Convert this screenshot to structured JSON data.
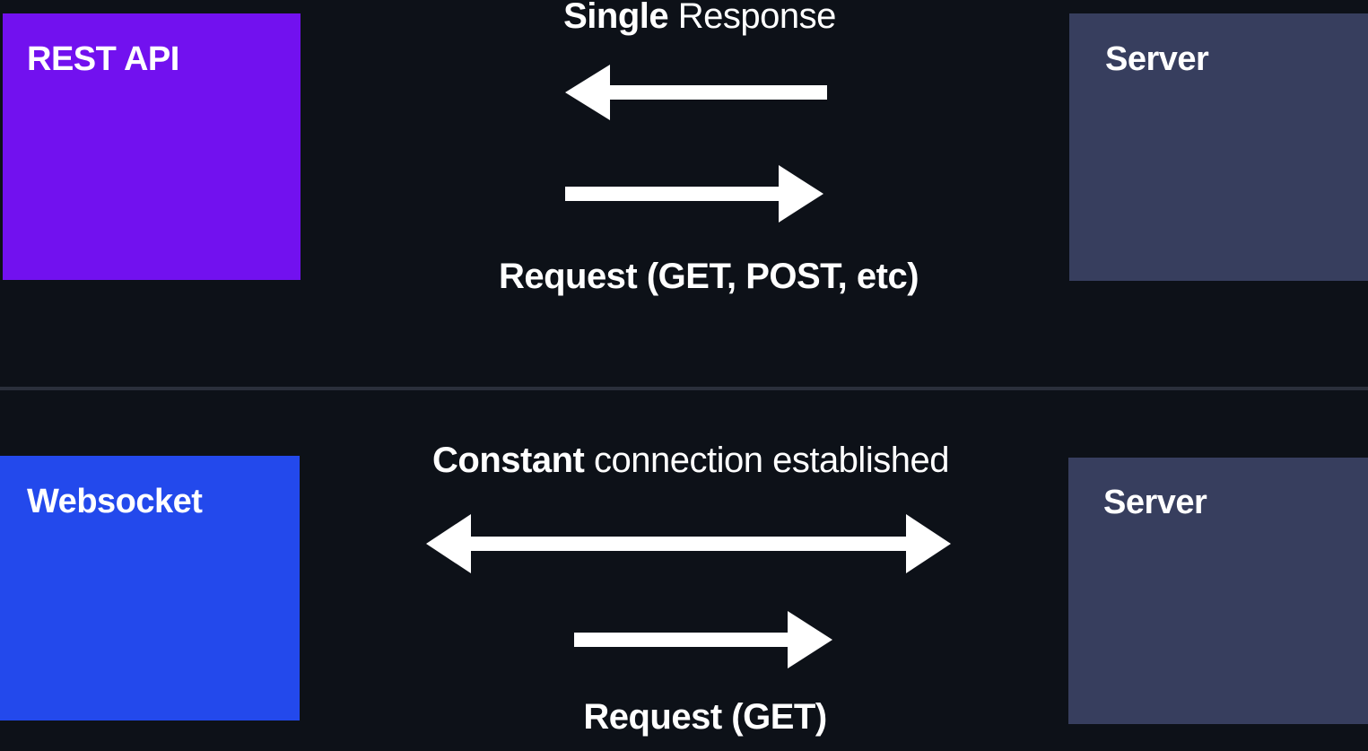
{
  "colors": {
    "background": "#0D1118",
    "rest_api_box": "#7211EF",
    "websocket_box": "#2349EC",
    "server_box": "#373E5E",
    "divider": "#2A2F3B",
    "text_and_arrows": "#FFFFFF"
  },
  "rest_section": {
    "client_label": "REST API",
    "server_label": "Server",
    "response_label_bold": "Single",
    "response_label_rest": " Response",
    "request_label": "Request (GET, POST, etc)",
    "response_arrow": "arrow-left",
    "request_arrow": "arrow-right"
  },
  "websocket_section": {
    "client_label": "Websocket",
    "server_label": "Server",
    "connection_label_bold": "Constant",
    "connection_label_rest": " connection established",
    "request_label": "Request (GET)",
    "connection_arrow": "arrow-double-horizontal",
    "request_arrow": "arrow-right"
  }
}
